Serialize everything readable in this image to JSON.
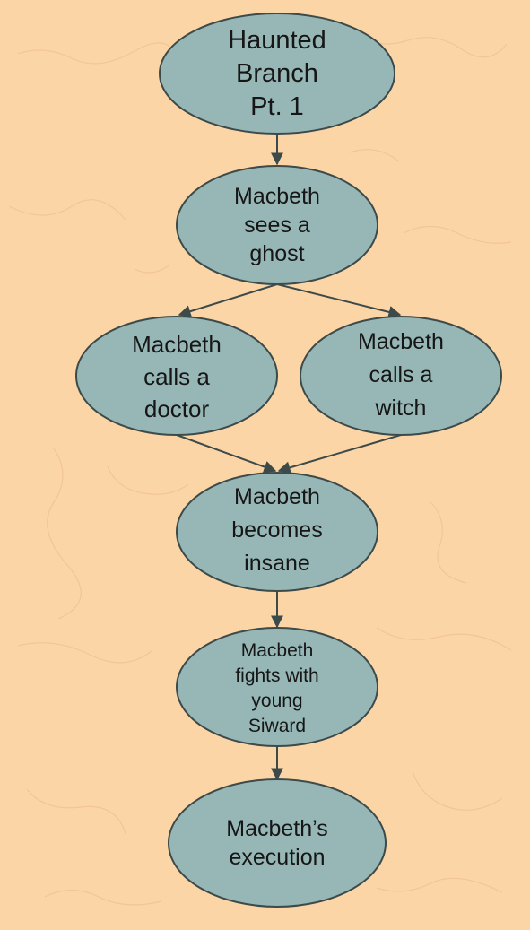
{
  "colors": {
    "background": "#fcd5a6",
    "node_fill": "#97b7b7",
    "node_stroke": "#3d4a4a",
    "edge": "#3d4a4a",
    "text": "#161616"
  },
  "nodes": [
    {
      "id": "haunted-branch",
      "label": "Haunted\nBranch\nPt. 1"
    },
    {
      "id": "sees-ghost",
      "label": "Macbeth\nsees a\nghost"
    },
    {
      "id": "calls-doctor",
      "label": "Macbeth\ncalls a\ndoctor"
    },
    {
      "id": "calls-witch",
      "label": "Macbeth\ncalls a\nwitch"
    },
    {
      "id": "becomes-insane",
      "label": "Macbeth\nbecomes\ninsane"
    },
    {
      "id": "fights-siward",
      "label": "Macbeth\nfights with\nyoung\nSiward"
    },
    {
      "id": "execution",
      "label": "Macbeth’s\nexecution"
    }
  ],
  "edges": [
    {
      "from": "haunted-branch",
      "to": "sees-ghost"
    },
    {
      "from": "sees-ghost",
      "to": "calls-doctor"
    },
    {
      "from": "sees-ghost",
      "to": "calls-witch"
    },
    {
      "from": "calls-doctor",
      "to": "becomes-insane"
    },
    {
      "from": "calls-witch",
      "to": "becomes-insane"
    },
    {
      "from": "becomes-insane",
      "to": "fights-siward"
    },
    {
      "from": "fights-siward",
      "to": "execution"
    }
  ]
}
